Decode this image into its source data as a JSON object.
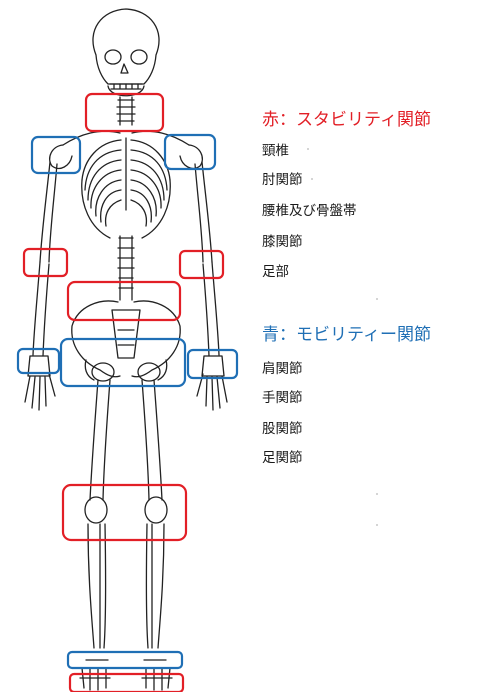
{
  "legend": {
    "stability": {
      "title": "赤：スタビリティ関節",
      "color": "#e21f26",
      "items": [
        "頸椎",
        "肘関節",
        "腰椎及び骨盤帯",
        "膝関節",
        "足部"
      ]
    },
    "mobility": {
      "title": "青：モビリティー関節",
      "color": "#1f6fb5",
      "items": [
        "肩関節",
        "手関節",
        "股関節",
        "足関節"
      ]
    }
  },
  "figure": {
    "subject": "skeleton-front-view"
  }
}
